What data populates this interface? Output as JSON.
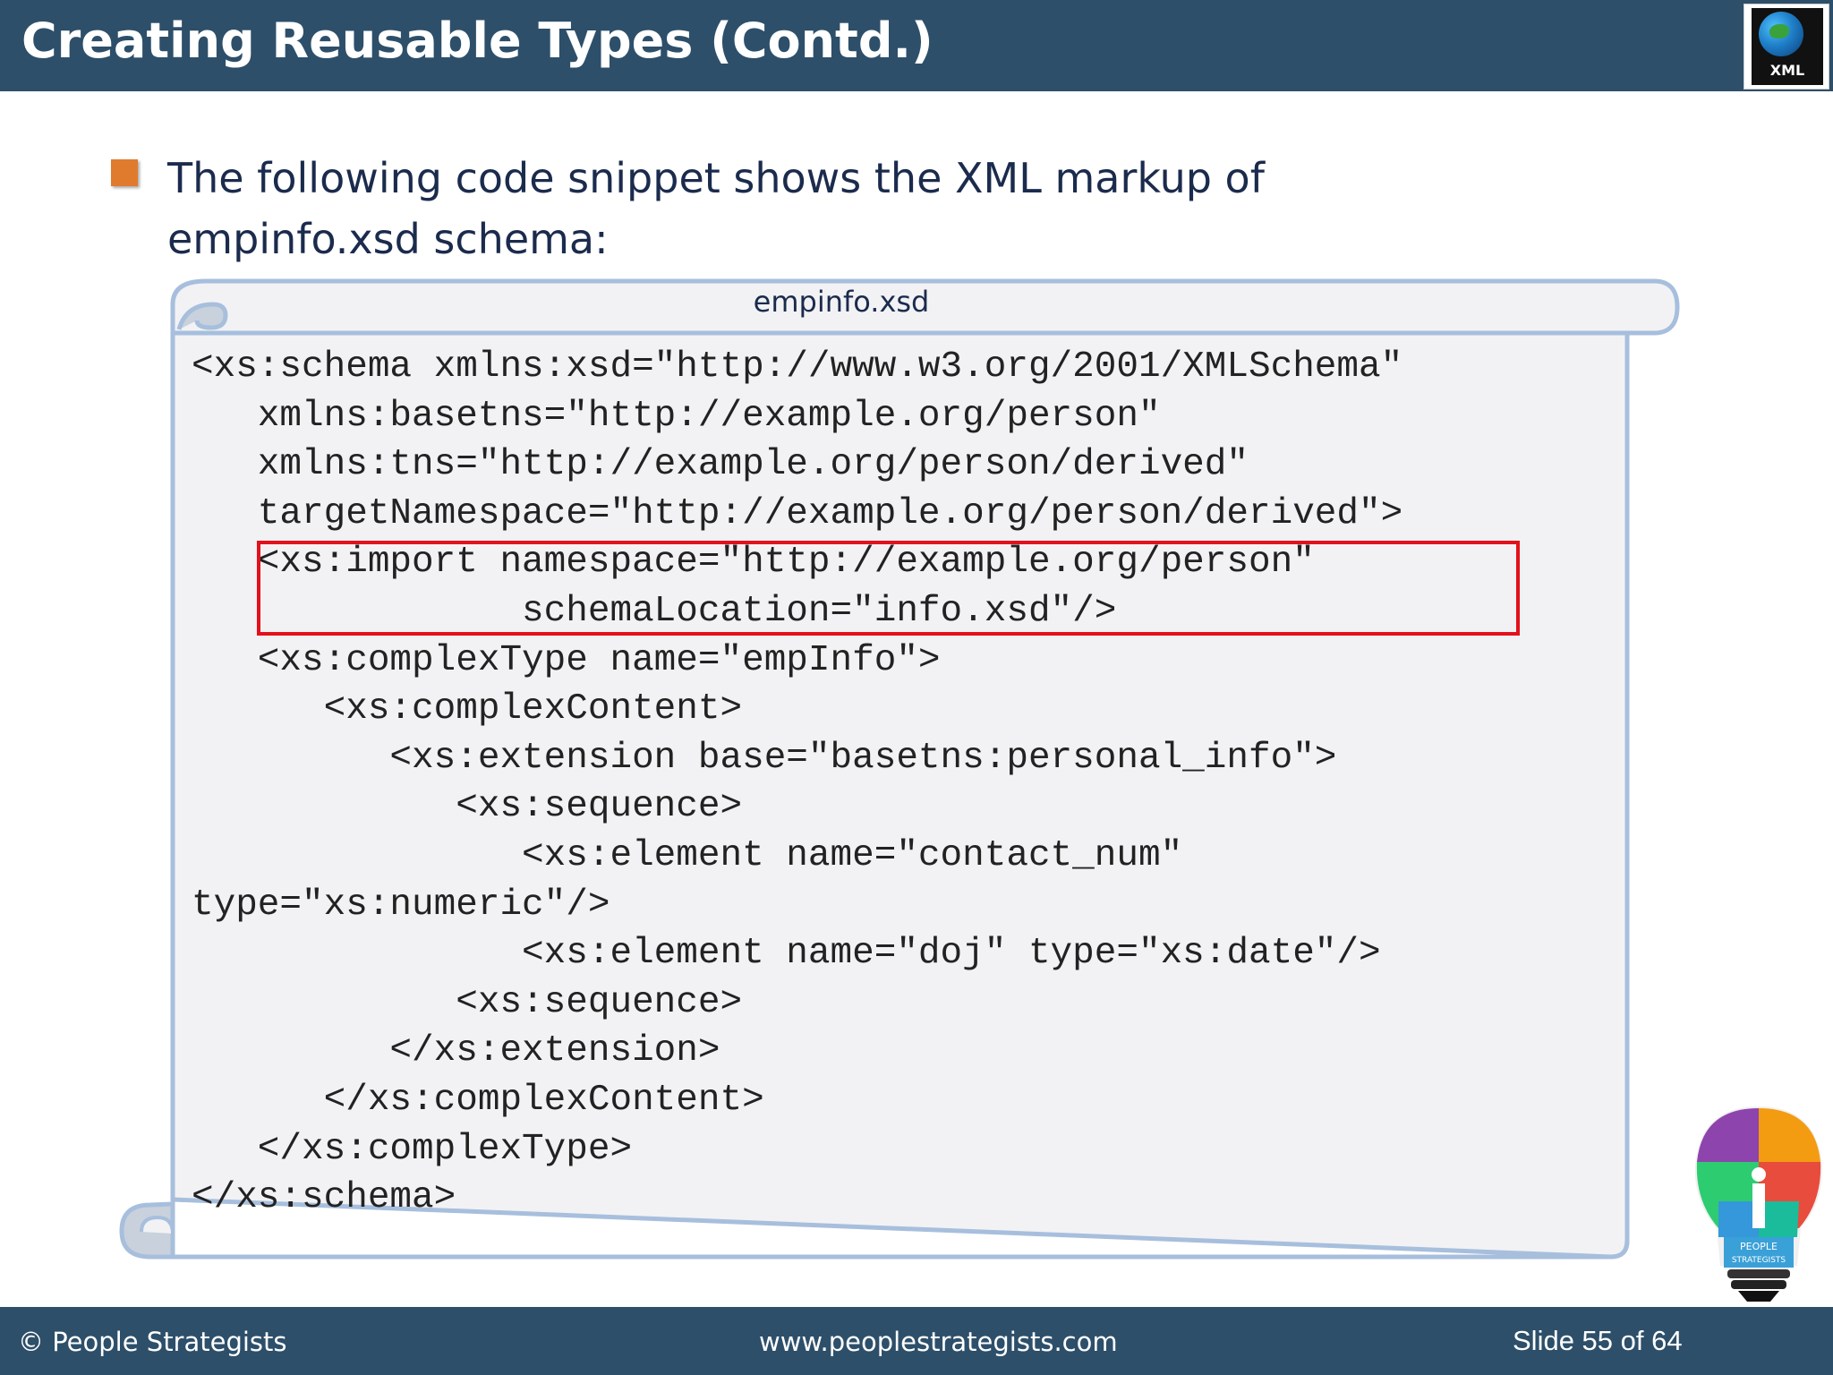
{
  "header": {
    "title": "Creating Reusable Types (Contd.)",
    "logo_text": "XML"
  },
  "bullet": {
    "text": "The following code snippet shows the XML markup of empinfo.xsd schema:"
  },
  "scroll": {
    "label": "empinfo.xsd"
  },
  "code_lines": [
    "<xs:schema xmlns:xsd=\"http://www.w3.org/2001/XMLSchema\"",
    "   xmlns:basetns=\"http://example.org/person\"",
    "   xmlns:tns=\"http://example.org/person/derived\"",
    "   targetNamespace=\"http://example.org/person/derived\">",
    "   <xs:import namespace=\"http://example.org/person\"",
    "               schemaLocation=\"info.xsd\"/>",
    "   <xs:complexType name=\"empInfo\">",
    "      <xs:complexContent>",
    "         <xs:extension base=\"basetns:personal_info\">",
    "            <xs:sequence>",
    "               <xs:element name=\"contact_num\"",
    "type=\"xs:numeric\"/>",
    "               <xs:element name=\"doj\" type=\"xs:date\"/>",
    "            <xs:sequence>",
    "         </xs:extension>",
    "      </xs:complexContent>",
    "   </xs:complexType>",
    "</xs:schema>"
  ],
  "bulb_logo": {
    "line1": "PEOPLE",
    "line2": "STRATEGISTS"
  },
  "footer": {
    "copyright": "© People Strategists",
    "website": "www.peoplestrategists.com",
    "slide": "Slide 55 of 64"
  },
  "colors": {
    "header_bg": "#2d4f6a",
    "bullet": "#e07b2e",
    "scroll_fill": "#f2f2f4",
    "scroll_border": "#a7bfdd",
    "highlight": "#e3111b",
    "text_dark": "#1b2b4d"
  }
}
